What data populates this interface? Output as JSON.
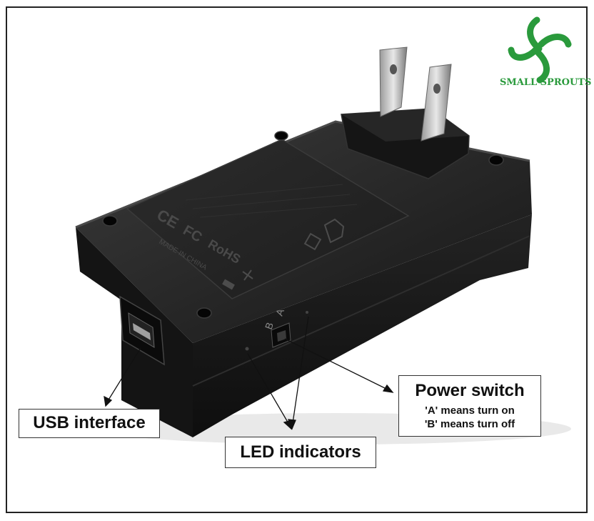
{
  "brand": {
    "name": "SMALL SPROUTS",
    "color": "#2a9a3c",
    "icon": "sprout-logo-icon"
  },
  "callouts": {
    "usb_interface": "USB interface",
    "led_indicators": "LED indicators",
    "power_switch": {
      "title": "Power switch",
      "line1": "'A' means turn on",
      "line2": "'B' means turn off"
    }
  },
  "device": {
    "label_marks": [
      "CE",
      "FC",
      "RoHS",
      "MADE IN CHINA"
    ],
    "switch_positions": [
      "A",
      "B"
    ],
    "body_color": "#1b1b1b"
  }
}
